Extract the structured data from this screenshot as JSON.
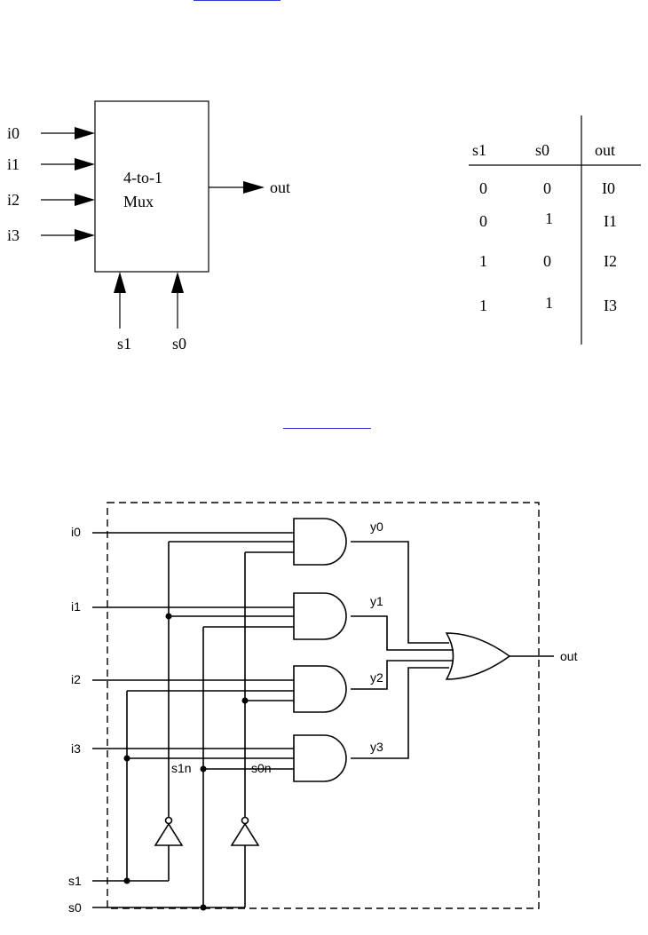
{
  "block_diagram": {
    "inputs": [
      "i0",
      "i1",
      "i2",
      "i3"
    ],
    "box_label_line1": "4-to-1",
    "box_label_line2": "Mux",
    "output": "out",
    "selects": [
      "s1",
      "s0"
    ]
  },
  "truth_table": {
    "headers": [
      "s1",
      "s0",
      "out"
    ],
    "rows": [
      [
        "0",
        "0",
        "I0"
      ],
      [
        "0",
        "1",
        "I1"
      ],
      [
        "1",
        "0",
        "I2"
      ],
      [
        "1",
        "1",
        "I3"
      ]
    ]
  },
  "gate_diagram": {
    "inputs": [
      "i0",
      "i1",
      "i2",
      "i3"
    ],
    "and_outputs": [
      "y0",
      "y1",
      "y2",
      "y3"
    ],
    "output": "out",
    "selects": [
      "s1",
      "s0"
    ],
    "inverted": [
      "s1n",
      "s0n"
    ]
  },
  "colors": {
    "link": "#2a3fd0",
    "ink": "#000000"
  }
}
